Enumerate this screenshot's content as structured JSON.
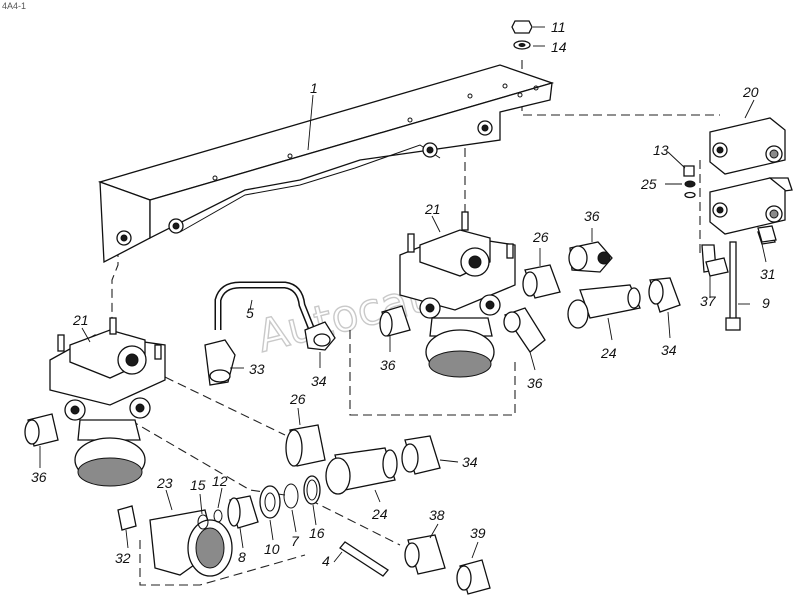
{
  "diagram": {
    "corner_text": "4A4-1",
    "watermark": "Autocat",
    "callouts": [
      {
        "id": "c1",
        "text": "1"
      },
      {
        "id": "c4",
        "text": "4"
      },
      {
        "id": "c5",
        "text": "5"
      },
      {
        "id": "c7",
        "text": "7"
      },
      {
        "id": "c8",
        "text": "8"
      },
      {
        "id": "c9",
        "text": "9"
      },
      {
        "id": "c10",
        "text": "10"
      },
      {
        "id": "c11",
        "text": "11"
      },
      {
        "id": "c12",
        "text": "12"
      },
      {
        "id": "c13",
        "text": "13"
      },
      {
        "id": "c14",
        "text": "14"
      },
      {
        "id": "c15",
        "text": "15"
      },
      {
        "id": "c16",
        "text": "16"
      },
      {
        "id": "c20",
        "text": "20"
      },
      {
        "id": "c21a",
        "text": "21"
      },
      {
        "id": "c21b",
        "text": "21"
      },
      {
        "id": "c23",
        "text": "23"
      },
      {
        "id": "c24a",
        "text": "24"
      },
      {
        "id": "c24b",
        "text": "24"
      },
      {
        "id": "c25",
        "text": "25"
      },
      {
        "id": "c26a",
        "text": "26"
      },
      {
        "id": "c26b",
        "text": "26"
      },
      {
        "id": "c31",
        "text": "31"
      },
      {
        "id": "c32",
        "text": "32"
      },
      {
        "id": "c33",
        "text": "33"
      },
      {
        "id": "c34a",
        "text": "34"
      },
      {
        "id": "c34b",
        "text": "34"
      },
      {
        "id": "c34c",
        "text": "34"
      },
      {
        "id": "c36a",
        "text": "36"
      },
      {
        "id": "c36b",
        "text": "36"
      },
      {
        "id": "c36c",
        "text": "36"
      },
      {
        "id": "c36d",
        "text": "36"
      },
      {
        "id": "c37",
        "text": "37"
      },
      {
        "id": "c38",
        "text": "38"
      },
      {
        "id": "c39",
        "text": "39"
      }
    ]
  }
}
